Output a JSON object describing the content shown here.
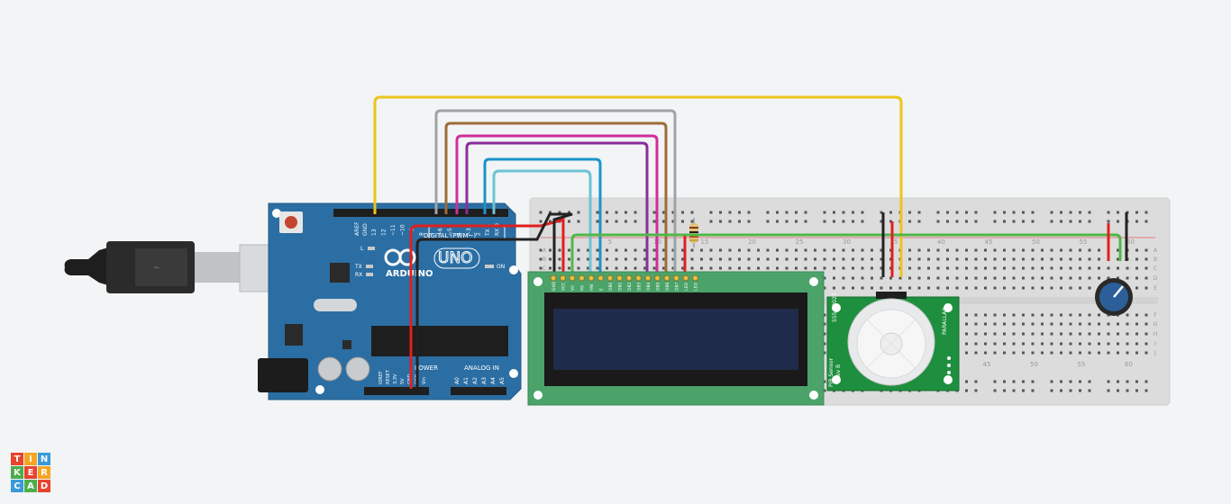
{
  "arduino": {
    "brand": "ARDUINO",
    "model": "UNO",
    "digital_label": "DIGITAL (PWM~)",
    "power_label": "POWER",
    "analog_label": "ANALOG IN",
    "on_label": "ON",
    "l_label": "L",
    "tx_label": "TX",
    "rx_label": "RX",
    "aref_label": "AREF",
    "gnd_label": "GND",
    "pin_labels": [
      "13",
      "12",
      "~11",
      "~10",
      "~9",
      "8",
      "7",
      "~6",
      "~5",
      "4",
      "~3",
      "2",
      "TX 1",
      "RX 0"
    ],
    "power_pins": [
      "IOREF",
      "RESET",
      "3.3V",
      "5V",
      "GND",
      "GND",
      "Vin"
    ],
    "analog_pins": [
      "A0",
      "A1",
      "A2",
      "A3",
      "A4",
      "A5"
    ]
  },
  "lcd": {
    "pin_labels": [
      "GND",
      "VCC",
      "V0",
      "RS",
      "RW",
      "E",
      "DB0",
      "DB1",
      "DB2",
      "DB3",
      "DB4",
      "DB5",
      "DB6",
      "DB7",
      "LED",
      "LED"
    ]
  },
  "pir": {
    "model": "555-28027",
    "side_label": "PARALLAX",
    "name": "PIR Sensor",
    "rev": "Rev B"
  },
  "breadboard": {
    "row_letters": [
      "A",
      "B",
      "C",
      "D",
      "E",
      "F",
      "G",
      "H",
      "I",
      "J"
    ],
    "column_numbers": [
      "5",
      "10",
      "15",
      "20",
      "25",
      "30",
      "35",
      "40",
      "45",
      "50",
      "55",
      "60"
    ],
    "column_numbers_bottom": [
      "45",
      "50",
      "55",
      "60"
    ]
  },
  "logo": {
    "letters": [
      "T",
      "I",
      "N",
      "K",
      "E",
      "R",
      "C",
      "A",
      "D"
    ],
    "colors": [
      "#e8432f",
      "#f5a623",
      "#3a9ad9",
      "#4cae4c",
      "#e8432f",
      "#f5a623",
      "#3a9ad9",
      "#4cae4c",
      "#e8432f"
    ]
  },
  "colors": {
    "wire_yellow": "#ecc51b",
    "wire_grey": "#9ea3a7",
    "wire_brown": "#9e6b3a",
    "wire_pink": "#d02e9d",
    "wire_purple": "#8a2e9c",
    "wire_blue": "#1b93c9",
    "wire_lightblue": "#6cc3d5",
    "wire_red": "#e0201f",
    "wire_black": "#222222",
    "wire_green": "#4fb847"
  }
}
